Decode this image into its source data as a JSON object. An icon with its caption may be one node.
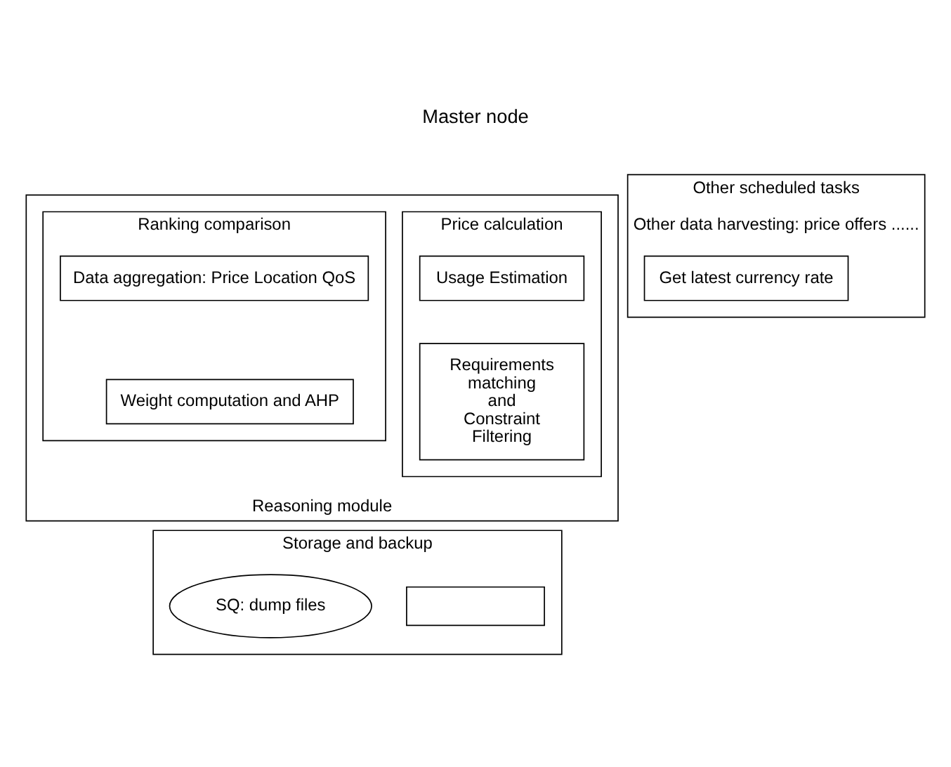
{
  "diagram": {
    "title": "Master node",
    "nodes": [
      {
        "text": [
          "Reasoning module"
        ]
      },
      {
        "text": [
          "Price calculation"
        ],
        "in": 0
      },
      {
        "text": [
          "Usage Estimation"
        ],
        "in": 1
      },
      {
        "text": [
          "Requirements matching and Constraint Filtering"
        ],
        "in": 1
      },
      {
        "text": [
          "Ranking comparison"
        ],
        "in": 0
      },
      {
        "text": [
          "Data aggregation: Price Location QoS"
        ],
        "in": 4
      },
      {
        "text": [
          "Weight computation and AHP"
        ],
        "in": 4
      },
      {
        "text": [
          "Other scheduled tasks",
          "Other data harvesting: price offers ......"
        ]
      },
      {
        "text": [
          "Get latest currency rate"
        ],
        "in": 7
      },
      {
        "text": [
          "Storage and backup"
        ]
      },
      {
        "text": [],
        "shape": "box",
        "in": 9
      },
      {
        "text": [
          "SQ: dump files"
        ],
        "in": 9
      }
    ],
    "edges": []
  }
}
